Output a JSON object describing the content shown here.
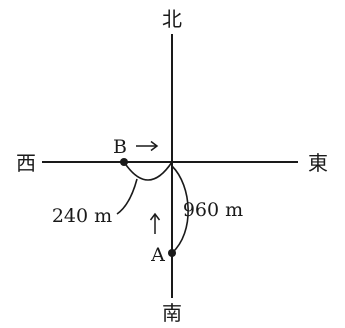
{
  "directions": {
    "north": "北",
    "south": "南",
    "east": "東",
    "west": "西"
  },
  "points": {
    "a": "A",
    "b": "B"
  },
  "distances": {
    "b_to_center": "240 m",
    "a_to_center": "960 m"
  },
  "motion": {
    "a": "north-arrow",
    "b": "east-arrow"
  }
}
